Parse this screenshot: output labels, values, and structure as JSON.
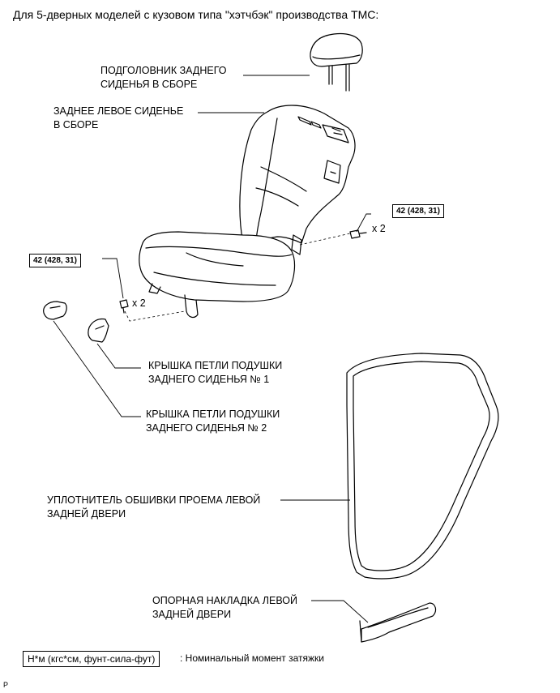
{
  "title": "Для 5-дверных моделей с кузовом типа \"хэтчбэк\" производства TMC:",
  "labels": {
    "headrest": [
      "ПОДГОЛОВНИК ЗАДНЕГО",
      "СИДЕНЬЯ В СБОРЕ"
    ],
    "seat": [
      "ЗАДНЕЕ ЛЕВОЕ СИДЕНЬЕ",
      "В СБОРЕ"
    ],
    "cover1": [
      "КРЫШКА ПЕТЛИ ПОДУШКИ",
      "ЗАДНЕГО СИДЕНЬЯ № 1"
    ],
    "cover2": [
      "КРЫШКА ПЕТЛИ ПОДУШКИ",
      "ЗАДНЕГО СИДЕНЬЯ № 2"
    ],
    "weatherstrip": [
      "УПЛОТНИТЕЛЬ ОБШИВКИ ПРОЕМА ЛЕВОЙ",
      "ЗАДНЕЙ ДВЕРИ"
    ],
    "scuff": [
      "ОПОРНАЯ НАКЛАДКА ЛЕВОЙ",
      "ЗАДНЕЙ ДВЕРИ"
    ]
  },
  "torque": {
    "right": "42 (428, 31)",
    "left": "42 (428, 31)"
  },
  "qty": {
    "right": "x 2",
    "left": "x 2"
  },
  "legend": {
    "box": "Н*м (кгс*см, фунт-сила-фут)",
    "text": ": Номинальный момент затяжки"
  },
  "corner_mark": "P"
}
